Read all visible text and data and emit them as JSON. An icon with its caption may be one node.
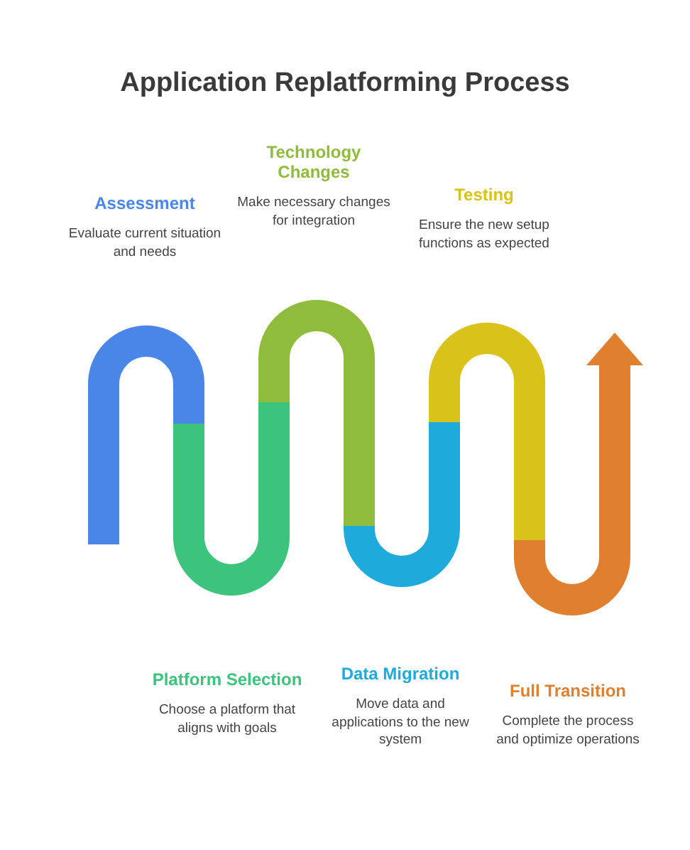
{
  "diagram": {
    "title": "Application Replatforming Process",
    "nodes": [
      {
        "text": [
          "Assessment",
          "Evaluate current situation and needs"
        ]
      },
      {
        "text": [
          "Technology Changes",
          "Make necessary changes for integration"
        ]
      },
      {
        "text": [
          "Testing",
          "Ensure the new setup functions as expected"
        ]
      },
      {
        "text": [
          "Platform Selection",
          "Choose a platform that aligns with goals"
        ]
      },
      {
        "text": [
          "Data Migration",
          "Move data and applications to the new system"
        ]
      },
      {
        "text": [
          "Full Transition",
          "Complete the process and optimize operations"
        ]
      }
    ],
    "edges": []
  }
}
